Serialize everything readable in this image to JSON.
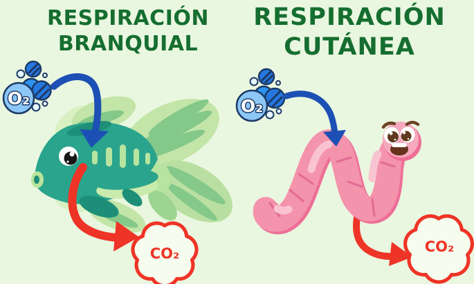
{
  "page": {
    "background_color": "#eaf7e0",
    "topic": "tipos de respiración"
  },
  "left_panel": {
    "title_line1": "RESPIRACIÓN",
    "title_line2": "BRANQUIAL",
    "o2_label": "O₂",
    "co2_label": "CO₂",
    "organism_icon": "fish-icon"
  },
  "right_panel": {
    "title_line1": "RESPIRACIÓN",
    "title_line2": "CUTÁNEA",
    "o2_label": "O₂",
    "co2_label": "CO₂",
    "organism_icon": "worm-icon"
  },
  "colors": {
    "title_green": "#156e30",
    "arrow_in_blue": "#1d50b5",
    "arrow_out_red": "#ee3426",
    "bubble_light_blue": "#8cc7f7",
    "bubble_mid_blue": "#2e93ec",
    "bubble_dark_blue": "#2677e0",
    "bubble_outline_navy": "#1c3a66",
    "fish_teal": "#2aa48c",
    "fish_dark_teal": "#1d8f78",
    "fin_light_green": "#c3e5a8",
    "fin_mid_green": "#84c88a",
    "worm_pink": "#f493ac",
    "worm_dark_pink": "#ed6f97",
    "worm_light_pink": "#f9c3d1",
    "cloud_fill": "#f6fcee",
    "cloud_stroke": "#ee3426"
  }
}
